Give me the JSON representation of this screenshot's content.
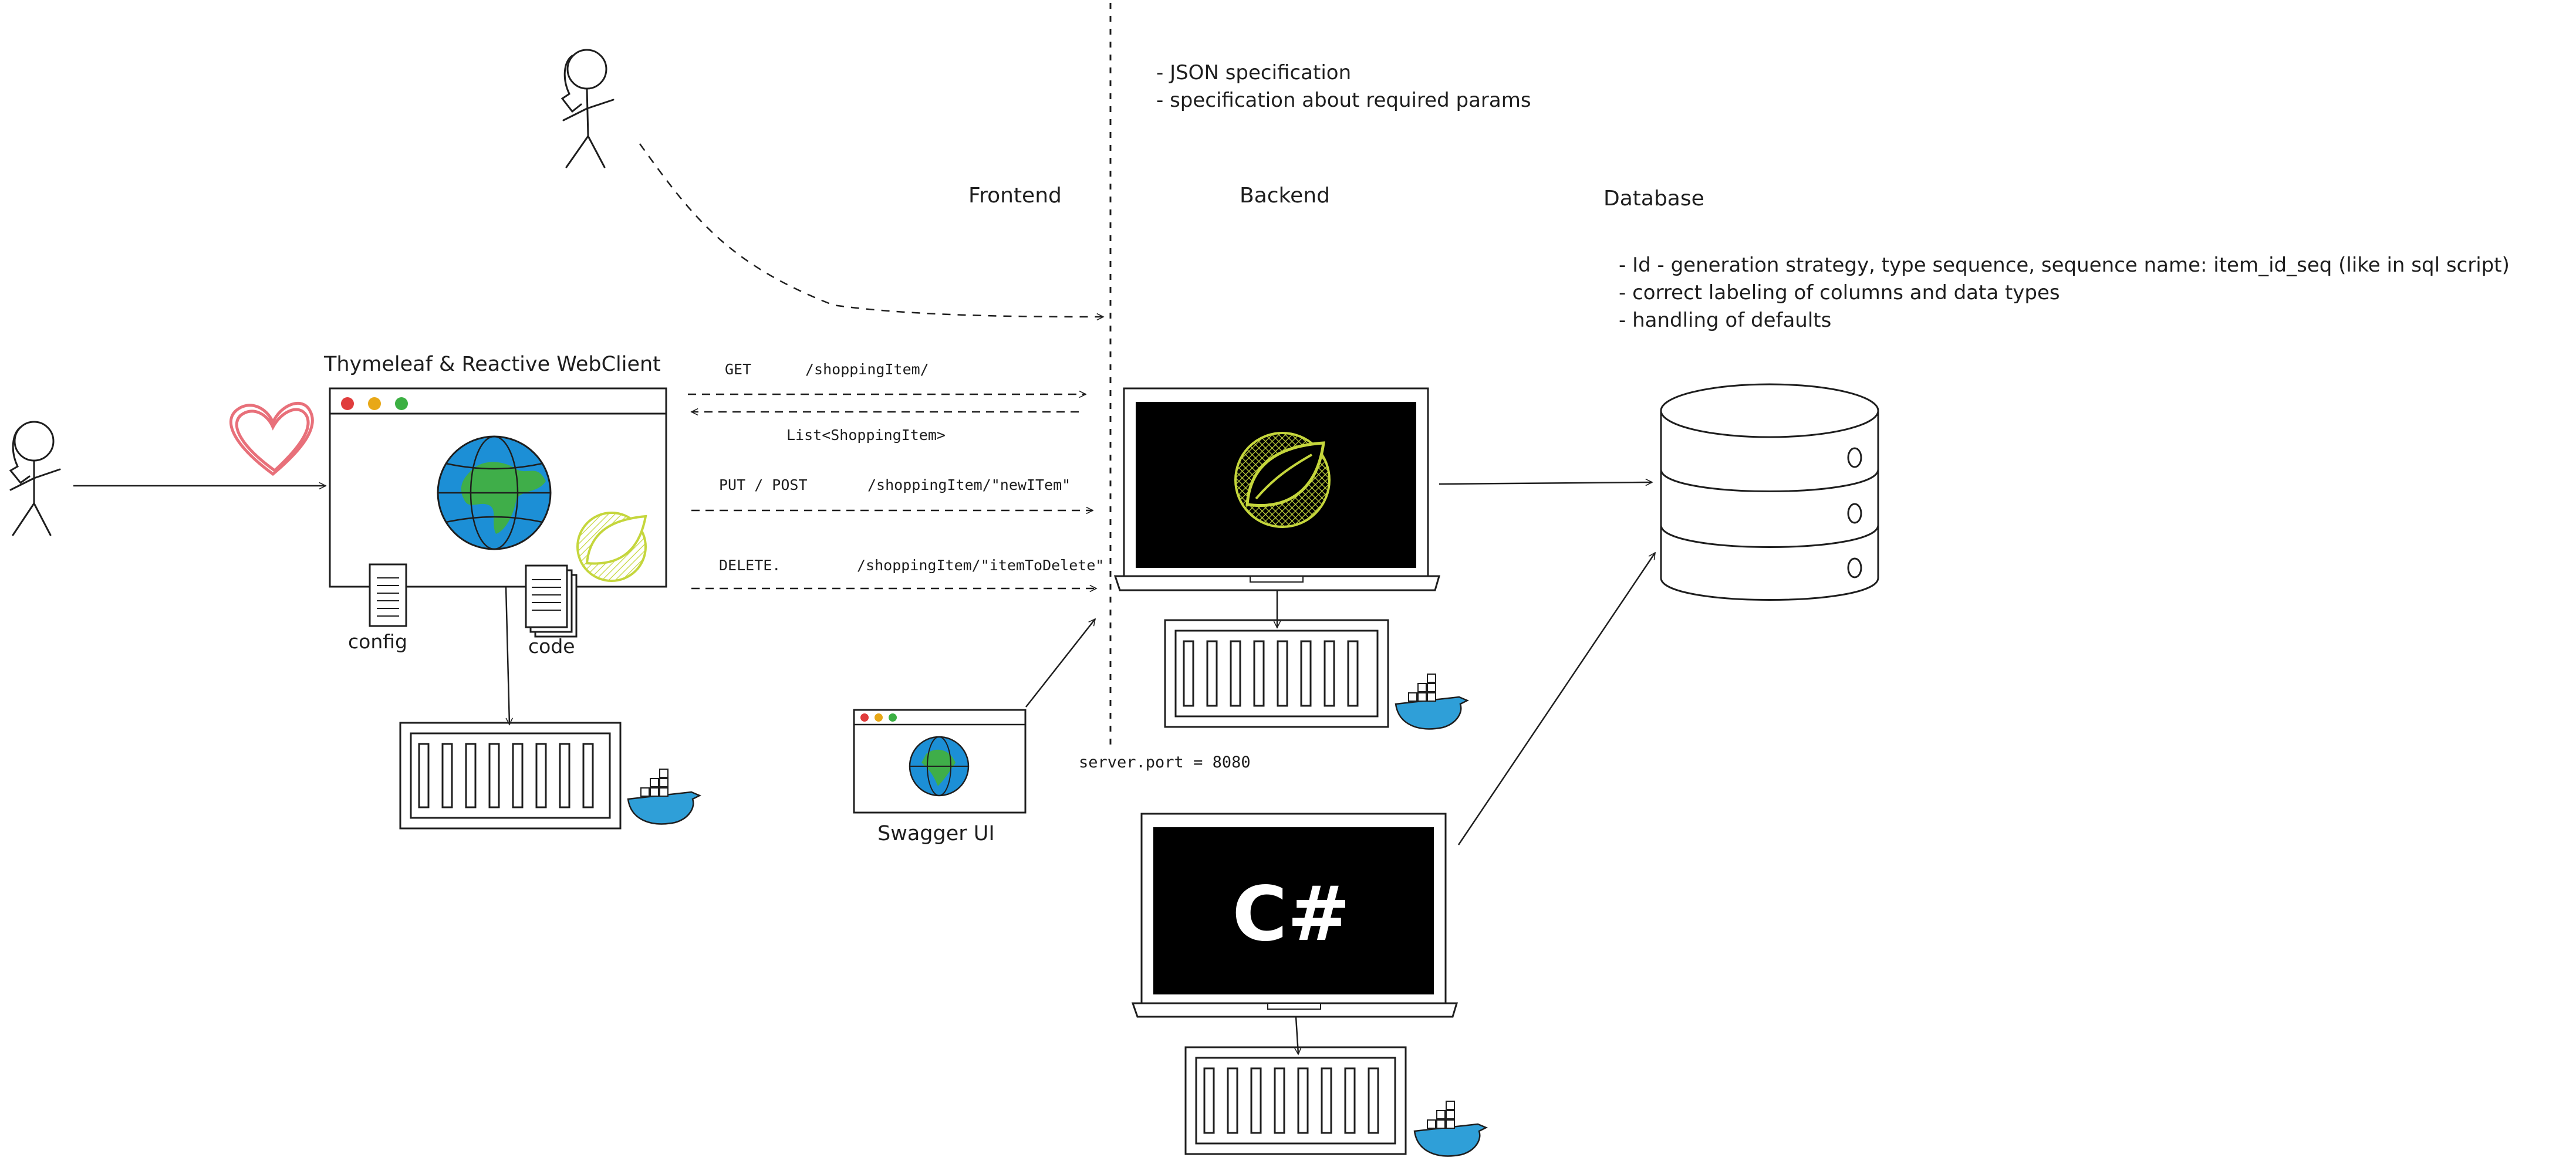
{
  "notes": {
    "top": [
      "- JSON specification",
      "- specification about required params"
    ],
    "database": [
      "-  Id - generation strategy, type sequence, sequence name: item_id_seq (like in sql script)",
      "- correct labeling of columns and data types",
      "- handling of defaults"
    ]
  },
  "headers": {
    "frontend": "Frontend",
    "backend": "Backend",
    "database": "Database"
  },
  "client": {
    "title": "Thymeleaf & Reactive WebClient",
    "config_label": "config",
    "code_label": "code"
  },
  "api": {
    "get_method": "GET",
    "get_path": "/shoppingItem/",
    "get_response": "List<ShoppingItem>",
    "put_method": "PUT / POST",
    "put_path": "/shoppingItem/\"newITem\"",
    "delete_method": "DELETE.",
    "delete_path": "/shoppingItem/\"itemToDelete\""
  },
  "swagger": {
    "label": "Swagger UI"
  },
  "server": {
    "port_label": "server.port = 8080"
  },
  "csharp": {
    "label": "C#"
  },
  "colors": {
    "ink": "#1e1e1e",
    "globe": "#1c8fd6",
    "land": "#3fae49",
    "spring": "#c5d63c",
    "heart": "#e8707a",
    "docker": "#2f9fd8",
    "dot_red": "#e03c3c",
    "dot_yellow": "#e8a817",
    "dot_green": "#3cb043"
  }
}
